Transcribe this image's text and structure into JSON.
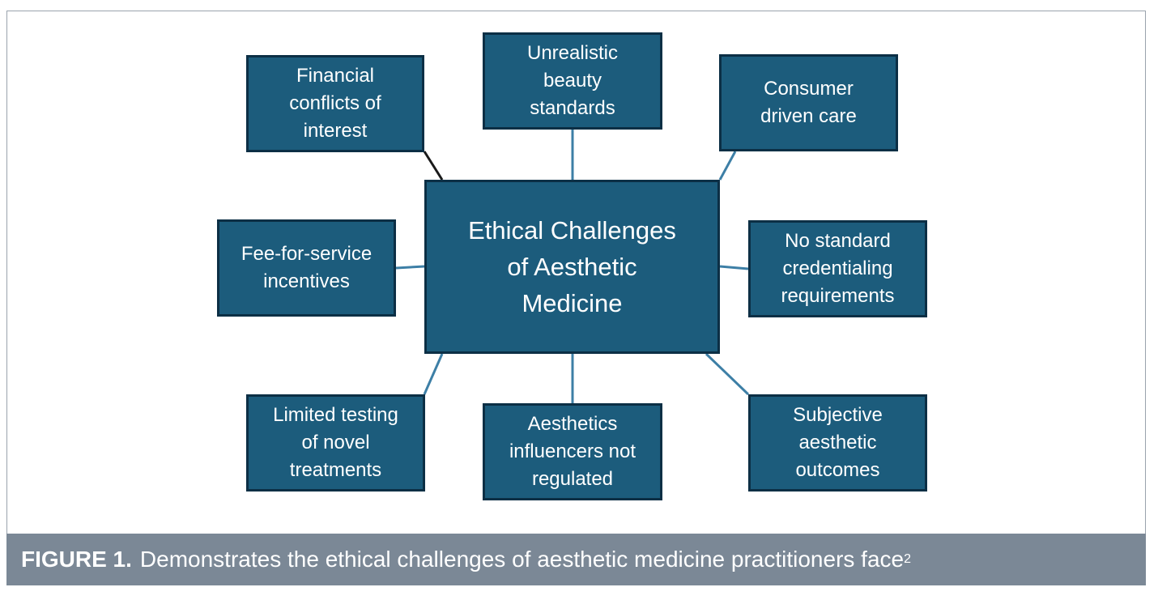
{
  "diagram": {
    "central": "Ethical Challenges\nof Aesthetic\nMedicine",
    "nodes": {
      "financial": "Financial\nconflicts of\ninterest",
      "beauty": "Unrealistic\nbeauty\nstandards",
      "consumer": "Consumer\ndriven care",
      "fee": "Fee-for-service\nincentives",
      "credentialing": "No standard\ncredentialing\nrequirements",
      "testing": "Limited testing\nof novel\ntreatments",
      "influencers": "Aesthetics\ninfluencers not\nregulated",
      "subjective": "Subjective\naesthetic\noutcomes"
    },
    "colors": {
      "box_fill": "#1c5c7c",
      "box_border": "#0c2f45",
      "connector": "#3d7fa6",
      "caption_bg": "#7b8896"
    }
  },
  "caption": {
    "label": "FIGURE 1.",
    "text": "Demonstrates the ethical challenges of aesthetic medicine practitioners face",
    "superscript": "2"
  }
}
